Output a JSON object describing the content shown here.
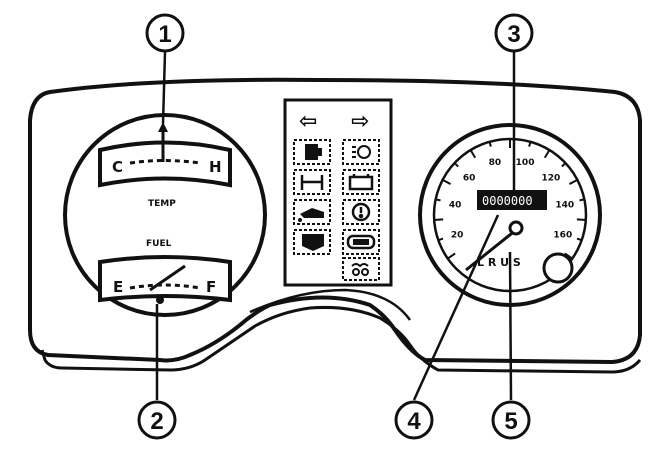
{
  "callouts": [
    "1",
    "2",
    "3",
    "4",
    "5"
  ],
  "temp_gauge": {
    "cold": "C",
    "hot": "H",
    "caption": "TEMP"
  },
  "fuel_gauge": {
    "caption": "FUEL",
    "empty": "E",
    "full": "F"
  },
  "speedometer": {
    "scale": [
      "20",
      "40",
      "60",
      "80",
      "100",
      "120",
      "140",
      "160"
    ],
    "odometer": "0000000",
    "trip_letters": "L R U S"
  },
  "warning_lights": {
    "left_arrow": "⇦",
    "right_arrow": "⇨"
  },
  "icons": [
    "fuel-pump-icon",
    "headlight-icon",
    "seatbelt-icon",
    "battery-icon",
    "oil-can-icon",
    "brake-icon",
    "engine-icon",
    "hazard-icon",
    "glow-plug-icon"
  ]
}
